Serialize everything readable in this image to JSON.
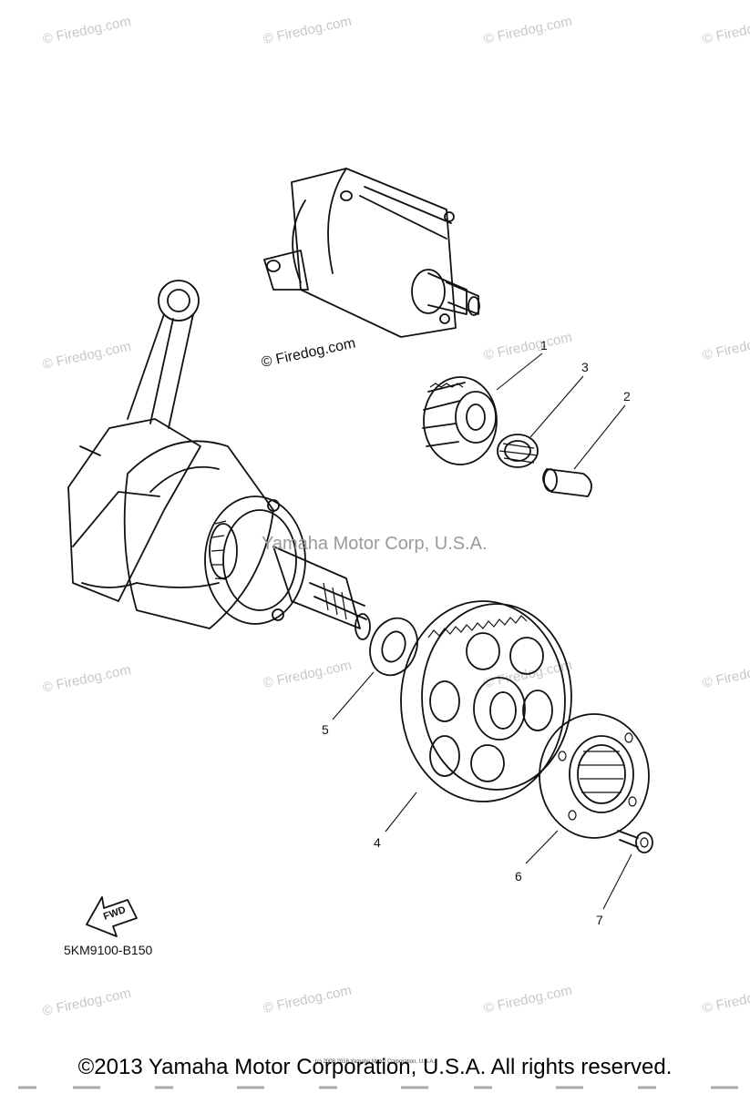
{
  "watermark": "© Firedog.com",
  "center_watermark": "Yamaha Motor Corp, U.S.A.",
  "callouts": [
    {
      "label": "1"
    },
    {
      "label": "2"
    },
    {
      "label": "3"
    },
    {
      "label": "4"
    },
    {
      "label": "5"
    },
    {
      "label": "6"
    },
    {
      "label": "7"
    }
  ],
  "diagram_code": "5KM9100-B150",
  "fwd_label": "FWD",
  "small_notice": "(c) 2008 2016 Yamaha Motor Corporation, U.S.A.",
  "copyright": "©2013 Yamaha Motor Corporation, U.S.A. All rights reserved."
}
